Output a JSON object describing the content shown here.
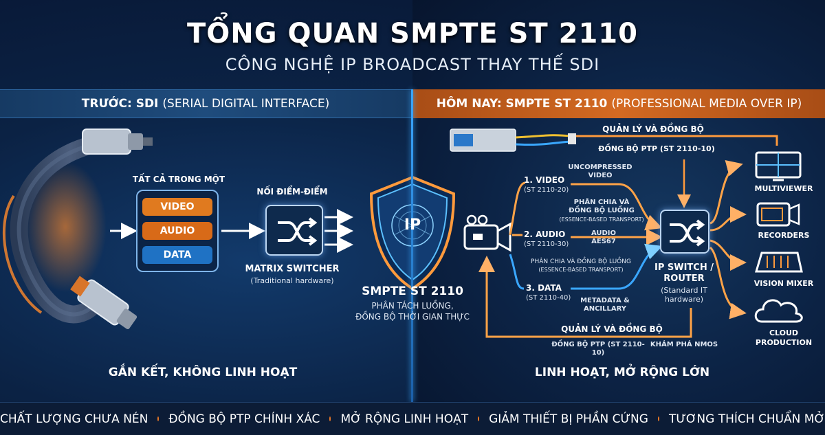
{
  "title": "TỔNG QUAN SMPTE ST 2110",
  "subtitle": "CÔNG NGHỆ IP BROADCAST THAY THẾ SDI",
  "left": {
    "header_bold": "TRƯỚC: SDI",
    "header_rest": "(SERIAL DIGITAL INTERFACE)",
    "all_in_one": "TẤT CẢ TRONG MỘT",
    "stack": [
      "VIDEO",
      "AUDIO",
      "DATA"
    ],
    "point_to_point": "NỐI ĐIỂM-ĐIỂM",
    "switcher_title": "MATRIX SWITCHER",
    "switcher_sub": "(Traditional hardware)",
    "caption": "GẮN KẾT, KHÔNG LINH HOẠT"
  },
  "center": {
    "badge": "IP",
    "name": "SMPTE ST 2110",
    "desc1": "PHÂN TÁCH LUỒNG,",
    "desc2": "ĐỒNG BỘ THỜI GIAN THỰC"
  },
  "right": {
    "header_bold": "HÔM NAY: SMPTE ST 2110",
    "header_rest": "(PROFESSIONAL MEDIA OVER IP)",
    "mgmt_top": "QUẢN LÝ VÀ ĐỒNG BỘ",
    "ptp_top": "ĐỒNG BỘ PTP (ST 2110-10)",
    "video": "1. VIDEO",
    "video_std": "(ST 2110-20)",
    "uncompressed": "UNCOMPRESSED\nVIDEO",
    "split1": "PHÂN CHIA VÀ\nĐỒNG BỘ LUỒNG",
    "split1_sub": "(ESSENCE-BASED TRANSPORT)",
    "audio": "2. AUDIO",
    "audio_std": "(ST 2110-30)",
    "audio_aes": "AUDIO\nAES67",
    "split2": "PHÂN CHIA VÀ ĐỒNG BỘ LUỒNG",
    "split2_sub": "(ESSENCE-BASED TRANSPORT)",
    "data": "3. DATA",
    "data_std": "(ST 2110-40)",
    "metadata": "METADATA &\nANCILLARY",
    "switch_title": "IP SWITCH /\nROUTER",
    "switch_sub": "(Standard IT\nhardware)",
    "mgmt_bottom": "QUẢN LÝ VÀ ĐỒNG BỘ",
    "ptp_bottom": "ĐỒNG BỘ PTP (ST 2110-10)",
    "nmos": "KHÁM PHÁ NMOS",
    "outputs": [
      "MULTIVIEWER",
      "RECORDERS",
      "VISION MIXER",
      "CLOUD\nPRODUCTION"
    ],
    "caption": "LINH HOẠT, MỞ RỘNG LỚN"
  },
  "footer": [
    "CHẤT LƯỢNG CHƯA NÉN",
    "ĐỒNG BỘ PTP CHÍNH XÁC",
    "MỞ RỘNG LINH HOẠT",
    "GIẢM THIẾT BỊ PHẦN CỨNG",
    "TƯƠNG THÍCH CHUẨN MỞ"
  ],
  "colors": {
    "orange": "#f08a2c",
    "blue": "#3aa7ff",
    "video_box": "#e07a1f",
    "audio_box": "#d86a18",
    "data_box": "#1f72c4"
  }
}
